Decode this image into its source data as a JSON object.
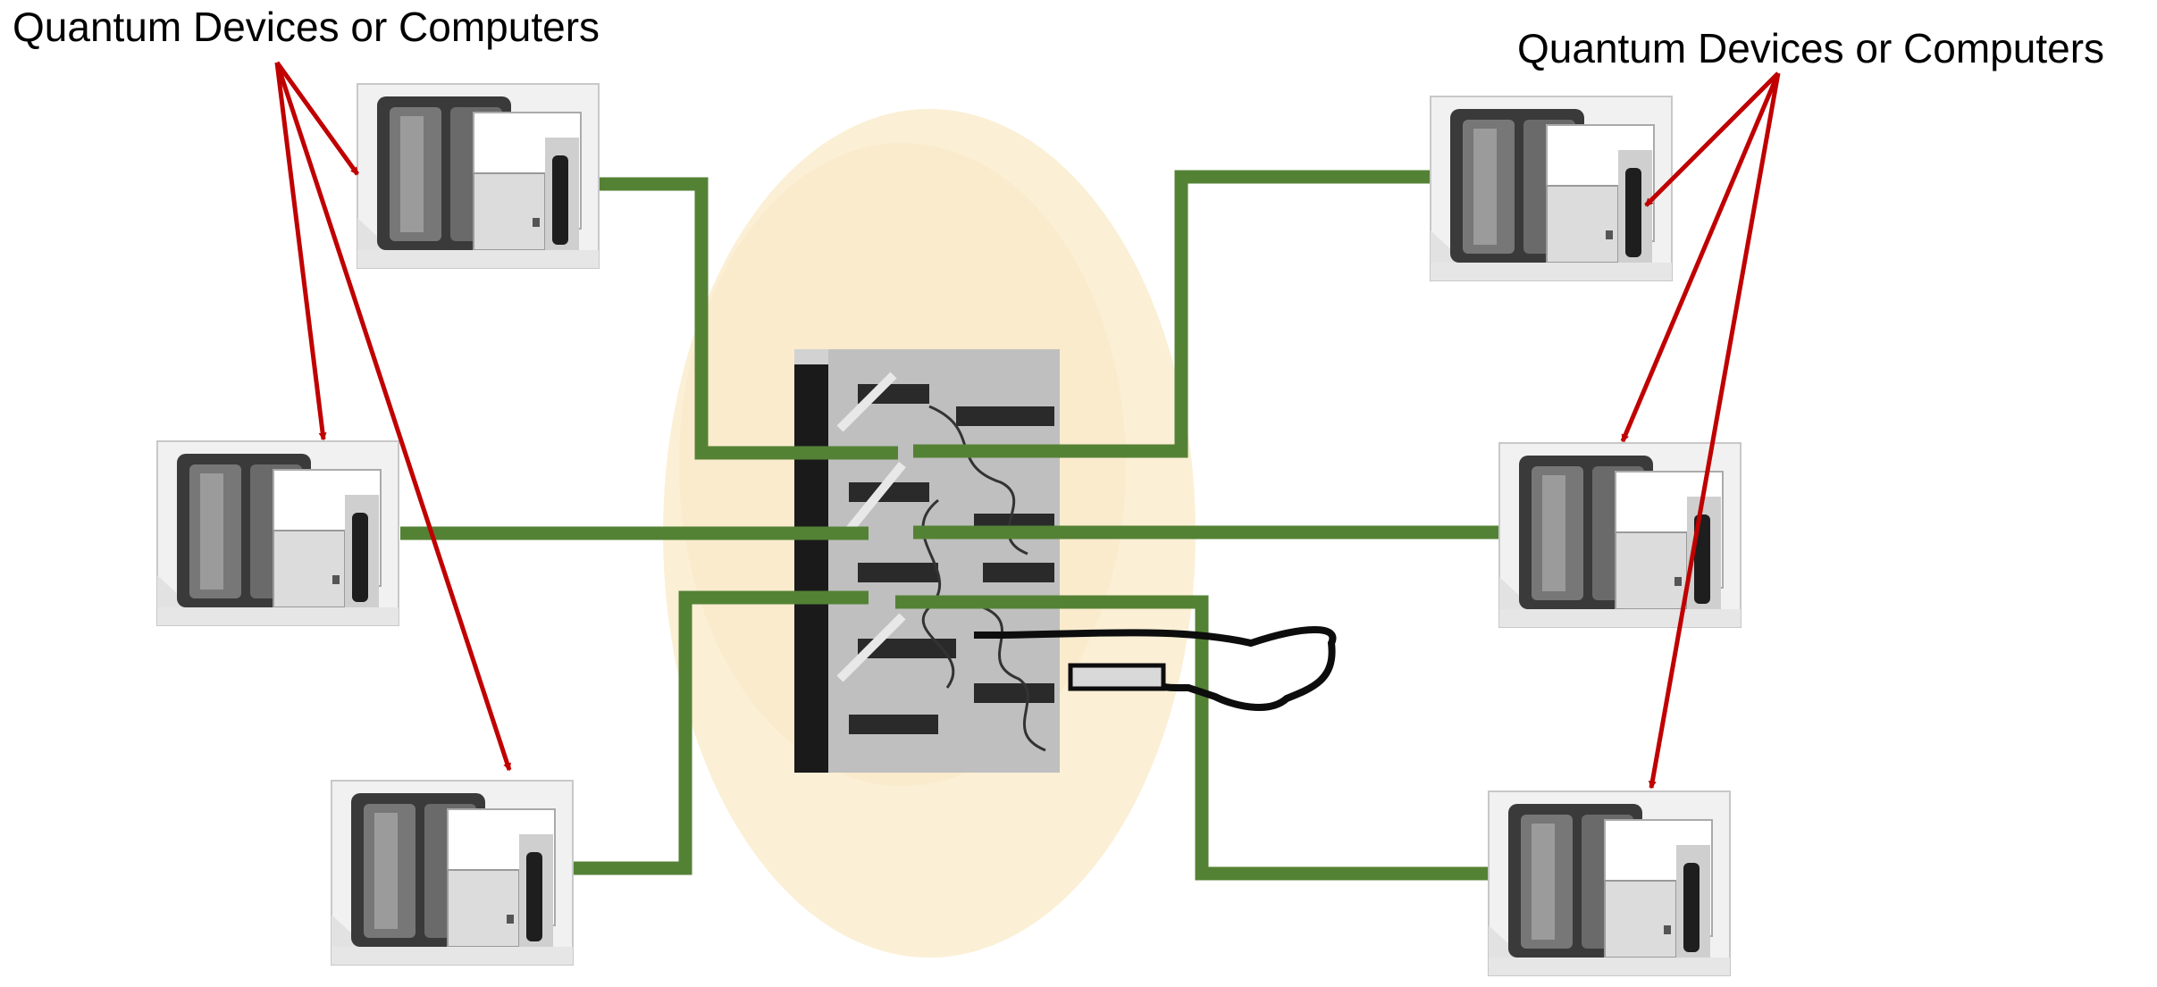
{
  "labels": {
    "left": "Quantum Devices or Computers",
    "right": "Quantum Devices or Computers"
  },
  "nodes": {
    "left": [
      "quantum-device",
      "quantum-device",
      "quantum-device"
    ],
    "right": [
      "quantum-device",
      "quantum-device",
      "quantum-device"
    ]
  },
  "colors": {
    "link": "#548235",
    "arrow": "#c00000",
    "hub": "#fbefd5",
    "cable": "#0d0d0d"
  }
}
